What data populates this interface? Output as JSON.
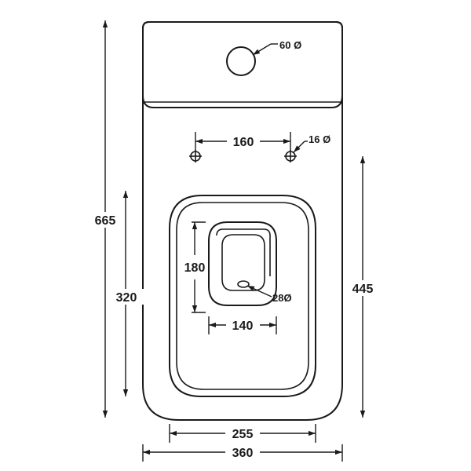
{
  "dimensions": {
    "overall_height": "665",
    "rear_height": "320",
    "front_to_fixing": "445",
    "overall_width": "360",
    "bowl_width": "255",
    "fixing_spacing": "160",
    "fixing_hole": "16 Ø",
    "cistern_hole": "60 Ø",
    "outlet_height": "180",
    "outlet_width": "140",
    "outlet_hole": "28Ø"
  }
}
